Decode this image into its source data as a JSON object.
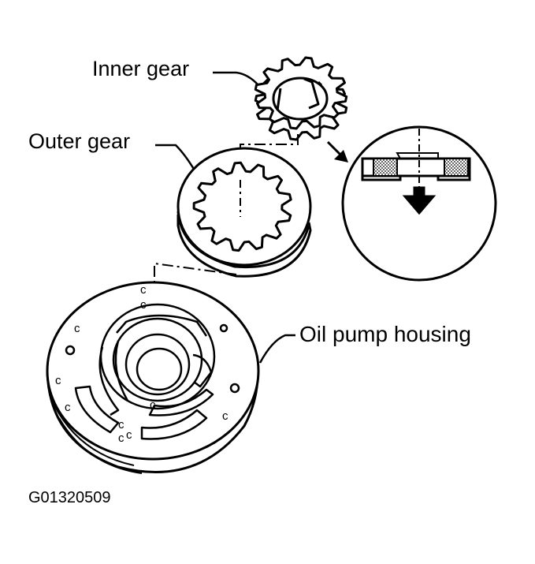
{
  "labels": {
    "inner_gear": "Inner gear",
    "outer_gear": "Outer gear",
    "oil_pump_housing": "Oil pump housing"
  },
  "figure_code": "G01320509",
  "colors": {
    "ink": "#000000",
    "paper": "#ffffff"
  },
  "icons": {
    "direction_arrow": "arrow-down-icon"
  }
}
